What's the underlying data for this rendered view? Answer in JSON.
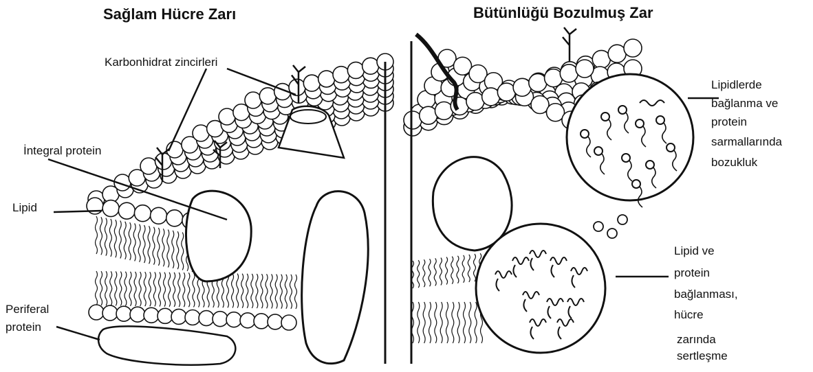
{
  "left_panel": {
    "title": "Sağlam Hücre Zarı",
    "labels": {
      "carbohydrate": "Karbonhidrat zincirleri",
      "integral": "İntegral protein",
      "lipid": "Lipid",
      "peripheral_line1": "Periferal",
      "peripheral_line2": "protein"
    }
  },
  "right_panel": {
    "title": "Bütünlüğü Bozulmuş Zar",
    "labels": {
      "disorder_lines": [
        "Lipidlerde",
        "bağlanma ve",
        "protein",
        "sarmallarında",
        "bozukluk"
      ],
      "stiff_lines": [
        "Lipid ve",
        "protein",
        "bağlanması,",
        "hücre",
        "zarında",
        "sertleşme"
      ]
    }
  },
  "colors": {
    "ink": "#111111",
    "background": "#ffffff"
  }
}
